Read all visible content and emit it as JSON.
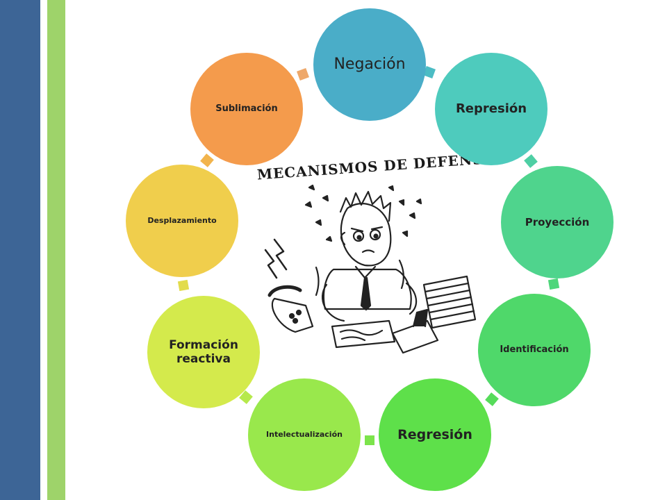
{
  "diagram": {
    "title": "MECANISMOS DE DEFENSA.",
    "nodes": [
      {
        "label": "Negación",
        "color": "#4aadc8"
      },
      {
        "label": "Represión",
        "color": "#4ecbbd"
      },
      {
        "label": "Proyección",
        "color": "#4fd48d"
      },
      {
        "label": "Identificación",
        "color": "#4fd86a"
      },
      {
        "label": "Regresión",
        "color": "#5ee04a"
      },
      {
        "label": "Intelectualización",
        "color": "#99e84c"
      },
      {
        "label": "Formación reactiva",
        "color": "#d4ea4c"
      },
      {
        "label": "Desplazamiento",
        "color": "#f0ce4c"
      },
      {
        "label": "Sublimación",
        "color": "#f49b4c"
      }
    ]
  },
  "illustration": {
    "name": "stressed-office-worker-drawing"
  }
}
